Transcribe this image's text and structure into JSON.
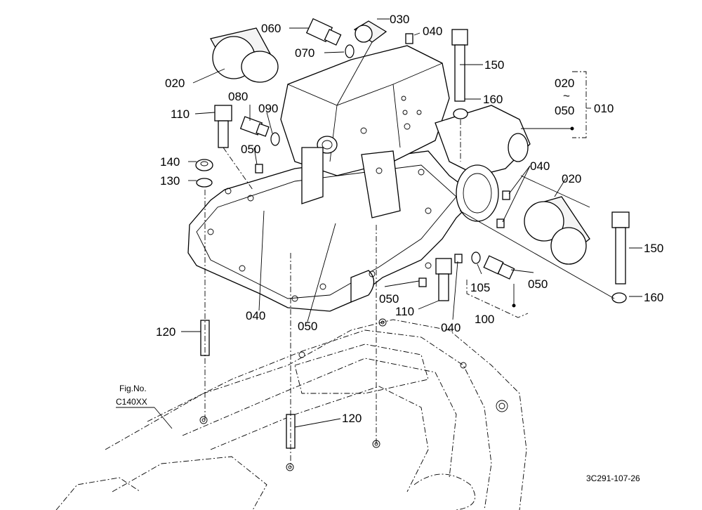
{
  "callouts": [
    {
      "id": "c060",
      "text": "060"
    },
    {
      "id": "c030",
      "text": "030"
    },
    {
      "id": "c040a",
      "text": "040"
    },
    {
      "id": "c070",
      "text": "070"
    },
    {
      "id": "c150a",
      "text": "150"
    },
    {
      "id": "c020a",
      "text": "020"
    },
    {
      "id": "c160a",
      "text": "160"
    },
    {
      "id": "c080",
      "text": "080"
    },
    {
      "id": "c090",
      "text": "090"
    },
    {
      "id": "c110a",
      "text": "110"
    },
    {
      "id": "c050a",
      "text": "050"
    },
    {
      "id": "c140",
      "text": "140"
    },
    {
      "id": "c130",
      "text": "130"
    },
    {
      "id": "c040b",
      "text": "040"
    },
    {
      "id": "c020b",
      "text": "020"
    },
    {
      "id": "c150b",
      "text": "150"
    },
    {
      "id": "c040c",
      "text": "040"
    },
    {
      "id": "c050b",
      "text": "050"
    },
    {
      "id": "c105",
      "text": "105"
    },
    {
      "id": "c050c",
      "text": "050"
    },
    {
      "id": "c160b",
      "text": "160"
    },
    {
      "id": "c050d",
      "text": "050"
    },
    {
      "id": "c110b",
      "text": "110"
    },
    {
      "id": "c100",
      "text": "100"
    },
    {
      "id": "c040d",
      "text": "040"
    },
    {
      "id": "c120a",
      "text": "120"
    },
    {
      "id": "c120b",
      "text": "120"
    }
  ],
  "group_bracket": {
    "from": "020",
    "tilde": "~",
    "to": "050",
    "assembly": "010"
  },
  "figure_ref": {
    "label": "Fig.No.",
    "number": "C140XX"
  },
  "drawing_code": "3C291-107-26"
}
